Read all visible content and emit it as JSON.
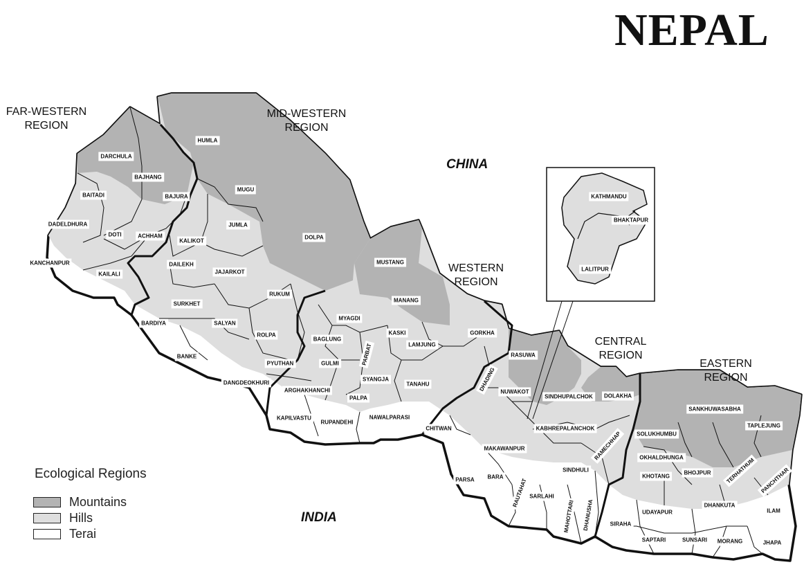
{
  "title": "NEPAL",
  "countries": {
    "north": "CHINA",
    "south": "INDIA"
  },
  "regions": {
    "far_western": "FAR-WESTERN\nREGION",
    "mid_western": "MID-WESTERN\nREGION",
    "western": "WESTERN\nREGION",
    "central": "CENTRAL\nREGION",
    "eastern": "EASTERN\nREGION"
  },
  "colors": {
    "mountains": "#b3b3b3",
    "hills": "#dedede",
    "terai": "#ffffff",
    "border": "#111111"
  },
  "legend": {
    "title": "Ecological Regions",
    "items": [
      {
        "label": "Mountains",
        "color": "#b3b3b3"
      },
      {
        "label": "Hills",
        "color": "#dedede"
      },
      {
        "label": "Terai",
        "color": "#ffffff"
      }
    ]
  },
  "districts": {
    "darchula": "DARCHULA",
    "bajhang": "BAJHANG",
    "baitadi": "BAITADI",
    "bajura": "BAJURA",
    "dadeldhura": "DADELDHURA",
    "doti": "DOTI",
    "achham": "ACHHAM",
    "kanchanpur": "KANCHANPUR",
    "kailali": "KAILALI",
    "humla": "HUMLA",
    "mugu": "MUGU",
    "jumla": "JUMLA",
    "kalikot": "KALIKOT",
    "dolpa": "DOLPA",
    "dailekh": "DAILEKH",
    "jajarkot": "JAJARKOT",
    "rukum": "RUKUM",
    "surkhet": "SURKHET",
    "salyan": "SALYAN",
    "bardiya": "BARDIYA",
    "rolpa": "ROLPA",
    "banke": "BANKE",
    "pyuthan": "PYUTHAN",
    "dangdeokhuri": "DANGDEOKHURI",
    "mustang": "MUSTANG",
    "manang": "MANANG",
    "myagdi": "MYAGDI",
    "kaski": "KASKI",
    "baglung": "BAGLUNG",
    "parbat": "PARBAT",
    "lamjung": "LAMJUNG",
    "gorkha": "GORKHA",
    "gulmi": "GULMI",
    "syangja": "SYANGJA",
    "tanahu": "TANAHU",
    "arghakhanchi": "ARGHAKHANCHI",
    "palpa": "PALPA",
    "kapilvastu": "KAPILVASTU",
    "rupandehi": "RUPANDEHI",
    "nawalparasi": "NAWALPARASI",
    "rasuwa": "RASUWA",
    "dhading": "DHADING",
    "nuwakot": "NUWAKOT",
    "sindhupalchok": "SINDHUPALCHOK",
    "dolakha": "DOLAKHA",
    "kabhrepalanchok": "KABHREPALANCHOK",
    "ramechhap": "RAMECHHAP",
    "chitwan": "CHITWAN",
    "makawanpur": "MAKAWANPUR",
    "sindhuli": "SINDHULI",
    "parsa": "PARSA",
    "bara": "BARA",
    "rautahat": "RAUTAHAT",
    "sarlahi": "SARLAHI",
    "mahottari": "MAHOTTARI",
    "dhanusha": "DHANUSHA",
    "kathmandu": "KATHMANDU",
    "bhaktapur": "BHAKTAPUR",
    "lalitpur": "LALITPUR",
    "sankhuwasabha": "SANKHUWASABHA",
    "taplejung": "TAPLEJUNG",
    "solukhumbu": "SOLUKHUMBU",
    "okhaldhunga": "OKHALDHUNGA",
    "khotang": "KHOTANG",
    "bhojpur": "BHOJPUR",
    "terhathum": "TERHATHUM",
    "panchthar": "PANCHTHAR",
    "udayapur": "UDAYAPUR",
    "dhankuta": "DHANKUTA",
    "ilam": "ILAM",
    "siraha": "SIRAHA",
    "saptari": "SAPTARI",
    "sunsari": "SUNSARI",
    "morang": "MORANG",
    "jhapa": "JHAPA"
  }
}
